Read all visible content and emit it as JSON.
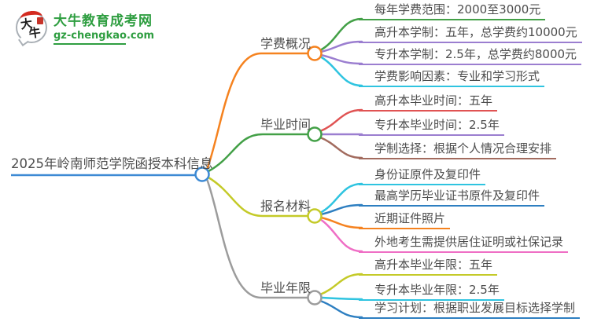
{
  "logo": {
    "icon_text_top": "大",
    "icon_text_bottom": "牛",
    "title": "大牛教育成考网",
    "domain": "gz-chengkao.com",
    "brand_green": "#2f9e41",
    "seal_red": "#c7342a"
  },
  "root": {
    "label": "2025年岭南师范学院函授本科信息",
    "color": "#3d8ad4"
  },
  "branches": [
    {
      "label": "学费概况",
      "color": "#f5821f",
      "items": [
        {
          "label": "每年学费范围：2000至3000元",
          "color": "#43a047"
        },
        {
          "label": "高升本学制：五年，总学费约10000元",
          "color": "#9b7ed0"
        },
        {
          "label": "专升本学制：2.5年，总学费约8000元",
          "color": "#9b7ed0"
        },
        {
          "label": "学费影响因素：专业和学习形式",
          "color": "#2fc4e0"
        }
      ]
    },
    {
      "label": "毕业时间",
      "color": "#43a047",
      "items": [
        {
          "label": "高升本毕业时间：五年",
          "color": "#e05353"
        },
        {
          "label": "专升本毕业时间：2.5年",
          "color": "#9b7ed0"
        },
        {
          "label": "学制选择：根据个人情况合理安排",
          "color": "#a26b5e"
        }
      ]
    },
    {
      "label": "报名材料",
      "color": "#c4ca28",
      "items": [
        {
          "label": "身份证原件及复印件",
          "color": "#2fc4e0"
        },
        {
          "label": "最高学历毕业证书原件及复印件",
          "color": "#2e7fc1"
        },
        {
          "label": "近期证件照片",
          "color": "#f5821f"
        },
        {
          "label": "外地考生需提供居住证明或社保记录",
          "color": "#ef6ec5"
        }
      ]
    },
    {
      "label": "毕业年限",
      "color": "#9c9c9c",
      "items": [
        {
          "label": "高升本毕业年限：五年",
          "color": "#c4ca28"
        },
        {
          "label": "专升本毕业年限：2.5年",
          "color": "#2fc4e0"
        },
        {
          "label": "学习计划：根据职业发展目标选择学制",
          "color": "#2e7fc1"
        }
      ]
    }
  ]
}
